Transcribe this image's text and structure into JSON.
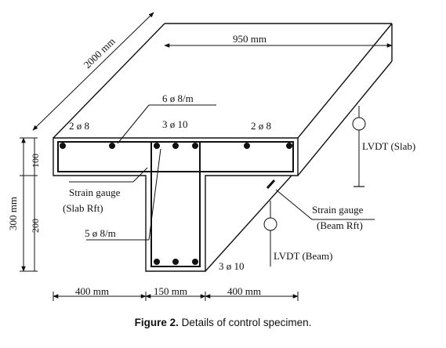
{
  "diagram": {
    "dimensions": {
      "length": "2000 mm",
      "flange_width": "950 mm",
      "total_depth": "300 mm",
      "slab_depth": "100",
      "web_depth": "200",
      "left_overhang": "400 mm",
      "web_width": "150 mm",
      "right_overhang": "400 mm"
    },
    "reinforcement": {
      "slab_transverse": "6 ø 8/m",
      "slab_left": "2 ø 8",
      "beam_top": "3 ø 10",
      "slab_right": "2 ø 8",
      "stirrups": "5 ø 8/m",
      "beam_bottom": "3 ø 10"
    },
    "instruments": {
      "strain_gauge_slab_line1": "Strain gauge",
      "strain_gauge_slab_line2": "(Slab Rft)",
      "strain_gauge_beam_line1": "Strain gauge",
      "strain_gauge_beam_line2": "(Beam Rft)",
      "lvdt_slab": "LVDT (Slab)",
      "lvdt_beam": "LVDT (Beam)"
    }
  },
  "caption": {
    "label": "Figure 2.",
    "text": " Details of control specimen."
  }
}
